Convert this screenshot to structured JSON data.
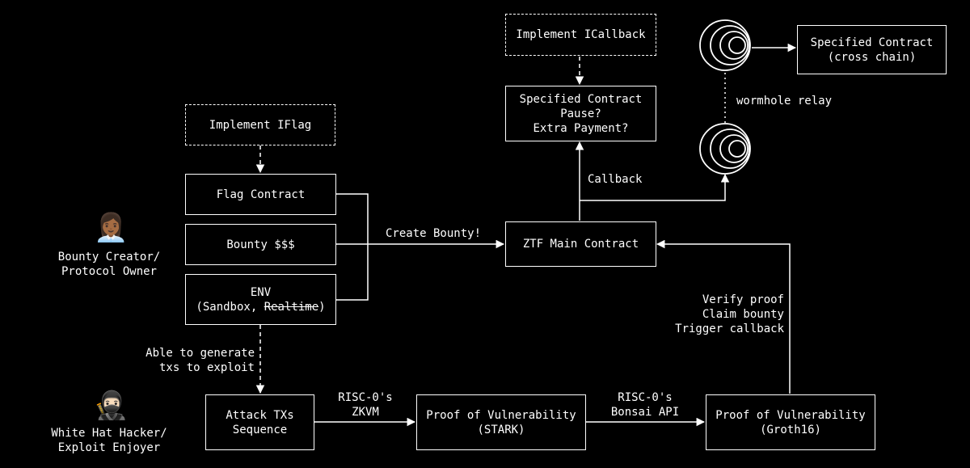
{
  "nodes": {
    "implement_iflag": "Implement IFlag",
    "flag_contract": "Flag Contract",
    "bounty": "Bounty $$$",
    "env": {
      "line1": "ENV",
      "open": "(Sandbox, ",
      "struck": "Realtime",
      "close": ")"
    },
    "implement_icallback": "Implement ICallback",
    "specified_pause": [
      "Specified Contract",
      "Pause?",
      "Extra Payment?"
    ],
    "ztf_main": "ZTF Main Contract",
    "specified_cross_chain": [
      "Specified Contract",
      "(cross chain)"
    ],
    "attack_txs": [
      "Attack TXs",
      "Sequence"
    ],
    "proof_stark": [
      "Proof of Vulnerability",
      "(STARK)"
    ],
    "proof_groth16": [
      "Proof of Vulnerability",
      "(Groth16)"
    ]
  },
  "edge_labels": {
    "create_bounty": "Create Bounty!",
    "callback": "Callback",
    "wormhole_relay": "wormhole relay",
    "able_to_generate": [
      "Able to generate",
      "txs to exploit"
    ],
    "risc0_zkvm": [
      "RISC-0's",
      "ZKVM"
    ],
    "risc0_bonsai": [
      "RISC-0's",
      "Bonsai API"
    ],
    "verify_proof": [
      "Verify proof",
      "Claim bounty",
      "Trigger callback"
    ]
  },
  "actors": {
    "bounty_creator": [
      "Bounty Creator/",
      "Protocol Owner"
    ],
    "white_hat": [
      "White Hat Hacker/",
      "Exploit Enjoyer"
    ]
  },
  "icons": [
    "woman-office-worker-icon",
    "ninja-icon",
    "wormhole-icon"
  ],
  "colors": {
    "background": "#000000",
    "foreground": "#ffffff"
  }
}
